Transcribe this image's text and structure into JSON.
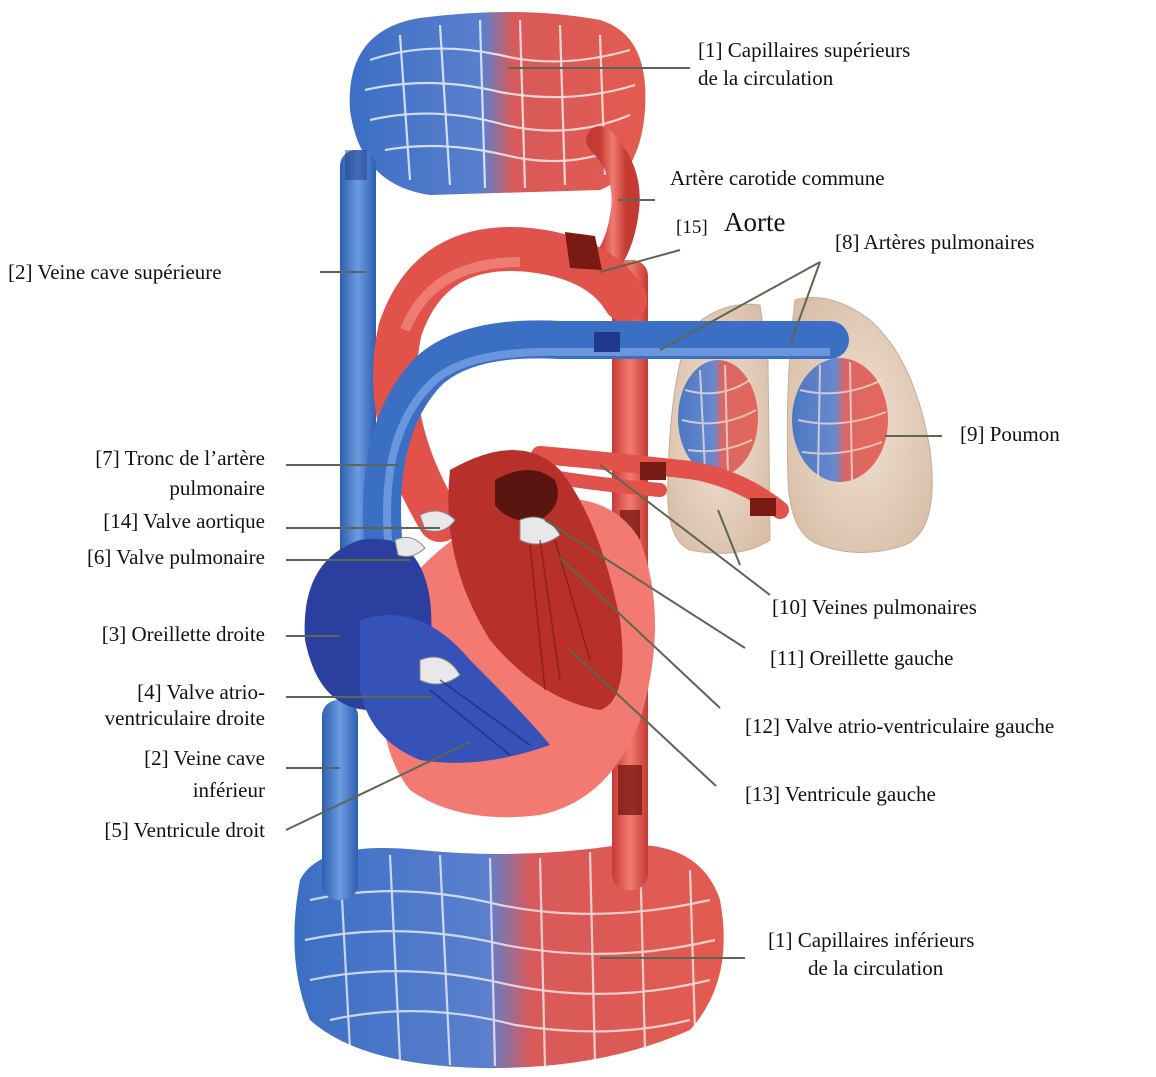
{
  "labels": {
    "capillaires_sup_l1": "[1] Capillaires supérieurs",
    "capillaires_sup_l2": "de la circulation",
    "carotide": "Artère carotide commune",
    "aorte_num": "[15]",
    "aorte_word": "Aorte",
    "arteres_pulm": "[8]  Artères  pulmonaires",
    "veine_cave_sup": "[2] Veine cave supérieure",
    "poumon": "[9]  Poumon",
    "tronc_l1": "[7]  Tronc de l’artère",
    "tronc_l2": "pulmonaire",
    "valve_aortique": "[14] Valve aortique",
    "valve_pulm": "[6]  Valve pulmonaire",
    "veines_pulm": "[10] Veines pulmonaires",
    "oreillette_droite": "[3] Oreillette droite",
    "oreillette_gauche": "[11] Oreillette gauche",
    "valve_av_droite_l1": "[4] Valve atrio-",
    "valve_av_droite_l2": "ventriculaire droite",
    "valve_av_gauche": "[12]  Valve atrio-ventriculaire gauche",
    "veine_cave_inf_l1": "[2] Veine cave",
    "veine_cave_inf_l2": "inférieur",
    "ventricule_gauche": "[13]  Ventricule gauche",
    "ventricule_droit": "[5] Ventricule droit",
    "capillaires_inf_l1": "[1] Capillaires inférieurs",
    "capillaires_inf_l2": "de la circulation"
  },
  "colors": {
    "venous_blue": "#3b6fc4",
    "venous_dark": "#2a3f9e",
    "arterial_red": "#e0524a",
    "arterial_dark": "#8a1c14",
    "heart_pink": "#f37a72",
    "lung_beige": "#e8d3c2",
    "leader_line": "#5c6650"
  }
}
